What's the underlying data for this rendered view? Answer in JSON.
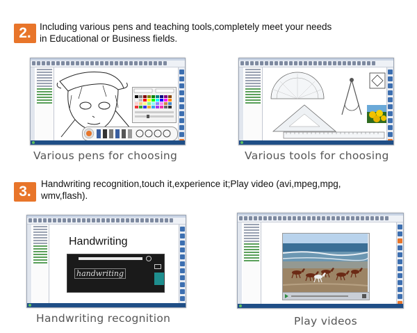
{
  "sections": [
    {
      "number": "2.",
      "line1": "Including various pens and teaching tools,completely meet your needs",
      "line2": "in Educational or Business fields."
    },
    {
      "number": "3.",
      "line1": "Handwriting recognition,touch it,experience it;Play video (avi,mpeg,mpg,",
      "line2": "wmv,flash)."
    }
  ],
  "captions": {
    "pens": "Various pens for choosing",
    "tools": "Various tools for choosing",
    "handwriting": "Handwriting recognition",
    "video": "Play videos"
  },
  "screens": {
    "handwriting_title": "Handwriting",
    "handwriting_input": "handwriting"
  },
  "colors": {
    "badge": "#e8752a",
    "taskbar": "#1f4e86",
    "dark_panel": "#1a1a1a",
    "teal": "#1e8e8e"
  }
}
